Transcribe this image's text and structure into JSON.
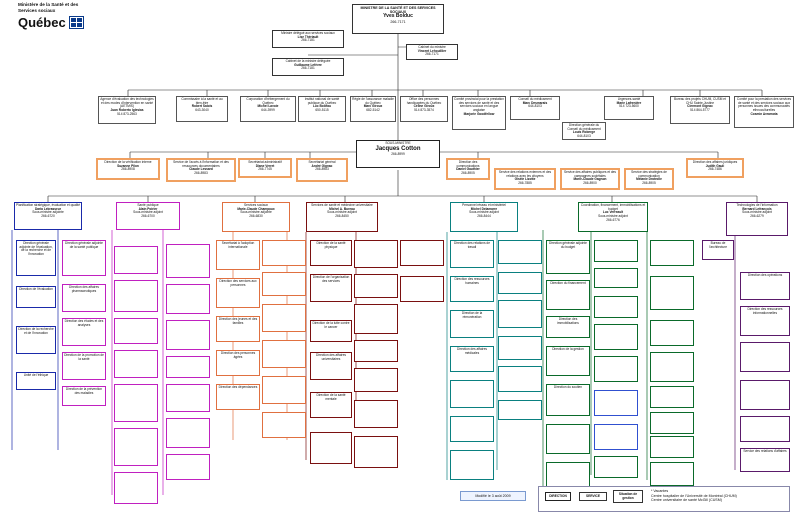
{
  "header": {
    "ministry": "Ministère de la Santé et des Services sociaux",
    "quebec": "Québec"
  },
  "minister": {
    "title": "MINISTRE DE LA SANTÉ ET DES SERVICES SOCIAUX",
    "name": "Yves Bolduc",
    "phone": "266-7171"
  },
  "minister_delegate": {
    "title": "Ministre délégué aux services sociaux",
    "name": "Lise Thériault",
    "phone": "266-7181"
  },
  "cabinet_minister": {
    "title": "Cabinet du ministre",
    "name": "Vincent Lehouillier",
    "phone": "266-7171"
  },
  "cabinet_delegate": {
    "title": "Cabinet de la ministre déléguée",
    "name": "Guillaume Lefèvre",
    "phone": "266-7181"
  },
  "agencies": [
    {
      "lines": "Agence d'évaluation des technologies et des modes d'intervention en santé (AETMIS)",
      "name": "Juan Roberto Iglesias",
      "phone": "514 873-2563"
    },
    {
      "lines": "Commissaire à la santé et au bien-être",
      "name": "Robert Salois",
      "phone": "643-3040"
    },
    {
      "lines": "Corporation d'hébergement du Québec",
      "name": "Michel Lavoie",
      "phone": "644-3999"
    },
    {
      "lines": "Institut national de santé publique du Québec",
      "name": "Luc Boileau",
      "phone": "650-5115"
    },
    {
      "lines": "Régie de l'assurance maladie du Québec",
      "name": "Marc Giroux",
      "phone": "682-5142"
    },
    {
      "lines": "Office des personnes handicapées du Québec",
      "name": "Céline Giroux",
      "phone": "514 873-3574"
    },
    {
      "lines": "Comité provincial pour la prestation des services de santé et des services sociaux en langue anglaise",
      "name": "Marjorie Goodfellow",
      "phone": ""
    },
    {
      "lines": "Conseil du médicament",
      "name": "Marc Desmarais",
      "phone": "644-8103"
    },
    {
      "lines": "Urgences-santé",
      "name": "Marie Lafrenière",
      "phone": "514 723-5600"
    },
    {
      "lines": "Bureau des projets CHUM, CUSM et CHU Sainte-Justine",
      "name": "Clermont Gignac",
      "phone": "514 864-5777"
    },
    {
      "lines": "Comité pour la prestation des services de santé et des services sociaux aux personnes issues des communautés ethnoculturelles",
      "name": "Cosmin Avramota",
      "phone": ""
    }
  ],
  "conseil_sub": {
    "lines": "Direction générale du Conseil du médicament",
    "name": "Louis Roberge",
    "phone": "644-8103"
  },
  "deputy": {
    "title": "SOUS-MINISTRE",
    "name": "Jacques Cotton",
    "phone": "266-8999"
  },
  "staff_left": [
    {
      "lines": "Direction de la vérification interne",
      "name": "Suzanne Pilon",
      "phone": "266-8908"
    },
    {
      "lines": "Service de l'accès à l'information et des ressources documentaires",
      "name": "Claude Lessard",
      "phone": "266-8983"
    },
    {
      "lines": "Secrétariat administratif",
      "name": "Diane Verret",
      "phone": "266-7745"
    },
    {
      "lines": "Secrétariat général",
      "name": "André Gignac",
      "phone": "266-8983"
    }
  ],
  "staff_right": [
    {
      "lines": "Direction des communications",
      "name": "Daniel Gauthier",
      "phone": "266-8905"
    },
    {
      "lines": "Service des relations externes et des relations avec les citoyens",
      "name": "Gisèle Lizotte",
      "phone": "266-7885"
    },
    {
      "lines": "Service des affaires publiques et des campagnes sociétales",
      "name": "Marie-Claude Gagnon",
      "phone": "266-8900"
    },
    {
      "lines": "Service des stratégies de communication",
      "name": "Mélanie Drotrolle",
      "phone": "266-8905"
    },
    {
      "lines": "Direction des affaires juridiques",
      "name": "Judith Gauli",
      "phone": "266-7486"
    }
  ],
  "branches": [
    {
      "title": "Planification stratégique, évaluation et qualité",
      "head": "Daria Lebrasseur",
      "role": "Sous-ministre adjointe",
      "phone": "266-6720",
      "subs": [
        "Direction générale adjointe de l'évaluation, de la recherche et de l'innovation",
        "Direction de l'évaluation",
        "Direction de la recherche et de l'innovation",
        "Unité de l'éthique"
      ]
    },
    {
      "title": "Santé publique",
      "head": "Alain Poirier",
      "role": "Sous-ministre adjoint",
      "phone": "266-6700",
      "subs": [
        "Direction générale adjointe de la santé publique",
        "Direction des affaires pharmaceutiques",
        "Direction des études et des analyses",
        "Direction de la promotion de la santé",
        "Direction de la prévention des maladies"
      ]
    },
    {
      "title": "Services sociaux",
      "head": "Marie-Claude Champoux",
      "role": "Sous-ministre adjointe",
      "phone": "266-6830",
      "subs": [
        "Secrétariat à l'adoption internationale",
        "Direction des services aux personnes",
        "Direction des jeunes et des familles",
        "Direction des personnes âgées",
        "Direction des dépendances"
      ]
    },
    {
      "title": "Services de santé et médecine universitaire",
      "head": "Michel A. Bureau",
      "role": "Sous-ministre adjoint",
      "phone": "266-8450",
      "subs": [
        "Direction de la santé physique",
        "Direction de l'organisation des services",
        "Direction de la lutte contre le cancer",
        "Direction des affaires universitaires",
        "Direction de la santé mentale"
      ]
    },
    {
      "title": "Personnel réseau et ministériel",
      "head": "Michel Delamarre",
      "role": "Sous-ministre adjoint",
      "phone": "266-8444",
      "subs": [
        "Direction des relations de travail",
        "Direction des ressources humaines",
        "Direction de la rémunération",
        "Direction des affaires médicales"
      ]
    },
    {
      "title": "Coordination, financement, immobilisations et budget",
      "head": "Luc Verreault",
      "role": "Sous-ministre adjoint",
      "phone": "266-6776",
      "subs": [
        "Direction générale adjointe du budget",
        "Direction du financement",
        "Direction des immobilisations",
        "Direction de la gestion",
        "Direction du soutien"
      ]
    },
    {
      "title": "Technologies de l'information",
      "head": "Bernard Lefrançois",
      "role": "Sous-ministre adjoint",
      "phone": "266-6279",
      "subs": [
        "Bureau de l'architecture",
        "Direction des opérations",
        "Direction des ressources informationnelles",
        "Service des relations d'affaires"
      ]
    }
  ],
  "footer": {
    "updated": "Modifié le 3 août 2009",
    "legend": {
      "direction": "DIRECTION",
      "service": "SERVICE",
      "situation": "Situation de gestion"
    },
    "notes": [
      "* Vacantes",
      "Centre hospitalier de l'Université de Montréal (CHUM)",
      "Centre universitaire de santé McGill (CUSM)"
    ]
  },
  "colors": {
    "orange": "#f0a060",
    "green": "#0a6a2a",
    "blue": "#1a2aaa",
    "maroon": "#7a1010",
    "magenta": "#c020c0",
    "teal": "#0a8080",
    "purple": "#5a1a6a"
  }
}
